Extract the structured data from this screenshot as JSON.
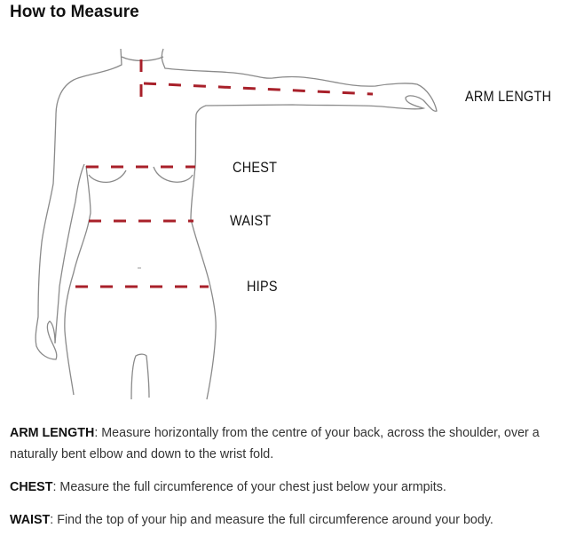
{
  "title": "How to Measure",
  "labels": {
    "arm_length": "ARM LENGTH",
    "chest": "CHEST",
    "waist": "WAIST",
    "hips": "HIPS"
  },
  "instructions": [
    {
      "term": "ARM LENGTH",
      "text": ": Measure horizontally from the centre of your back, across the shoulder, over a naturally bent elbow and down to the wrist fold."
    },
    {
      "term": "CHEST",
      "text": ": Measure the full circumference of your chest just below your armpits."
    },
    {
      "term": "WAIST",
      "text": ": Find the top of your hip and measure the full circumference around your body."
    }
  ],
  "colors": {
    "dash": "#a8202a",
    "outline": "#888888"
  }
}
